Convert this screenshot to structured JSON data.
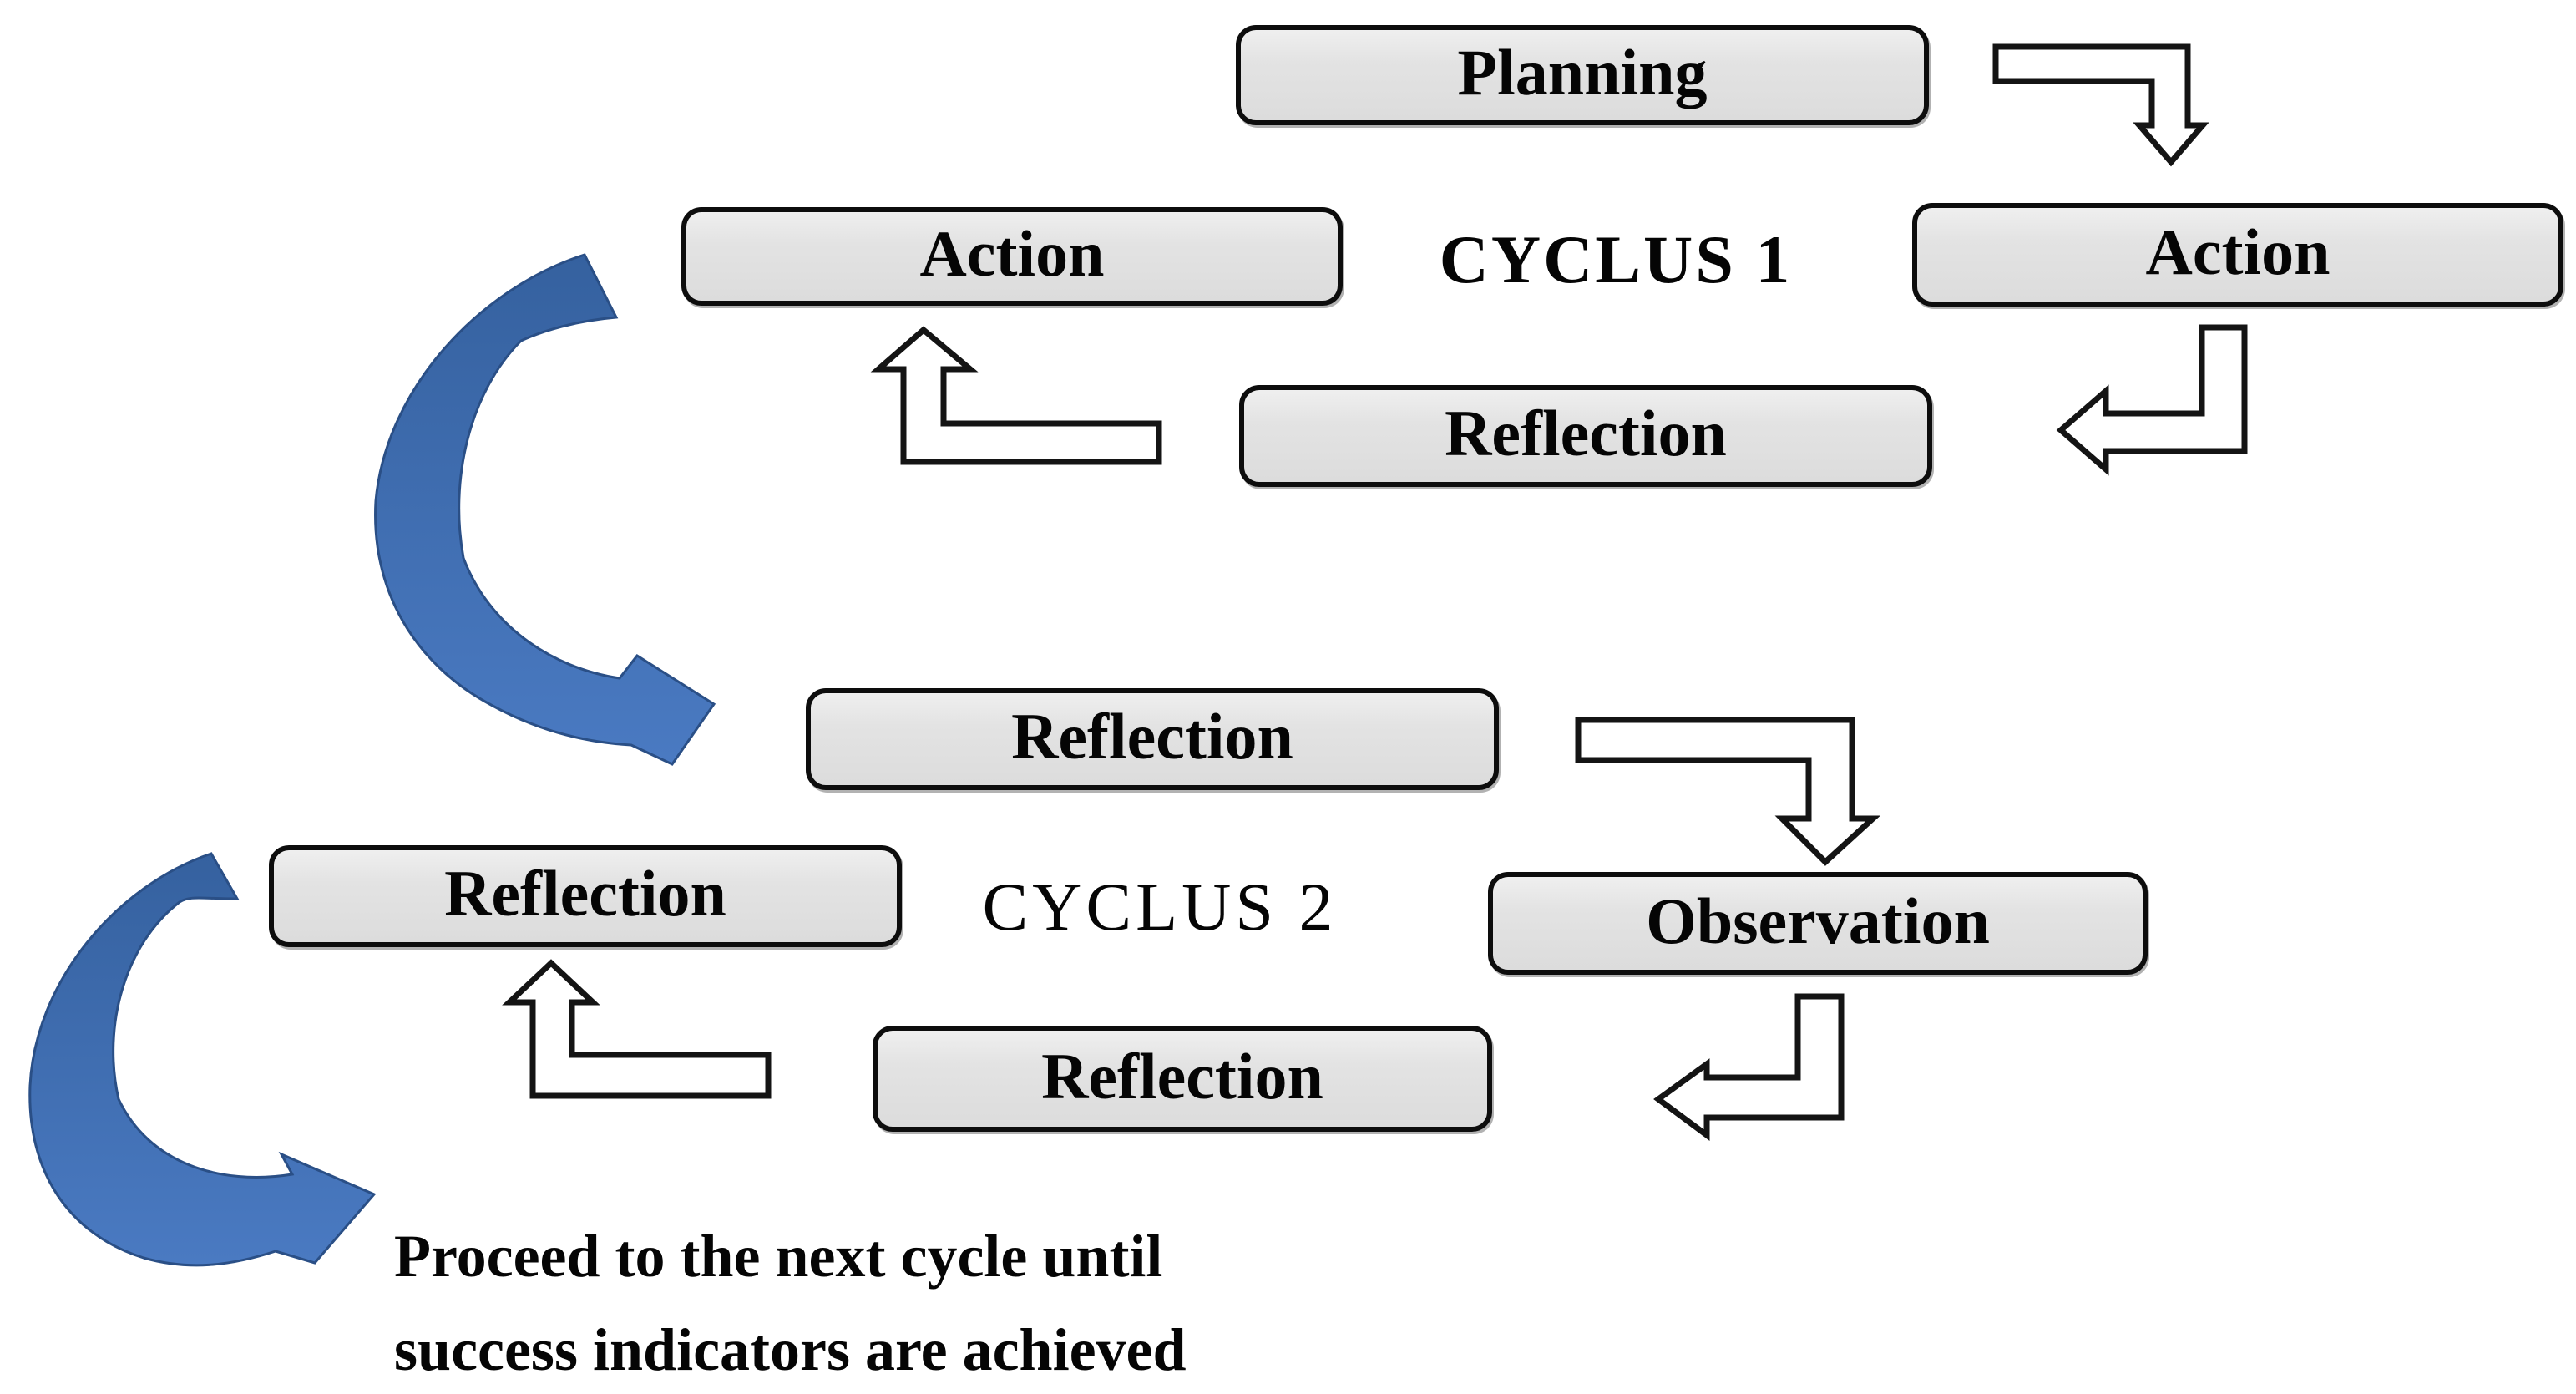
{
  "figure": {
    "cycle1": {
      "title": "CYCLUS 1",
      "boxes": {
        "planning": "Planning",
        "action_left": "Action",
        "action_right": "Action",
        "reflection": "Reflection"
      }
    },
    "cycle2": {
      "title": "CYCLUS 2",
      "boxes": {
        "reflection_top": "Reflection",
        "reflection_left": "Reflection",
        "observation": "Observation",
        "reflection_bottom": "Reflection"
      }
    },
    "footer": {
      "line1": "Proceed to the next cycle until",
      "line2": "success indicators are achieved"
    },
    "colors": {
      "box_fill": "#e3e3e3",
      "box_border": "#0d0d0d",
      "elbow_arrow_fill": "#ffffff",
      "elbow_arrow_stroke": "#141414",
      "curved_arrow_top": "#35619f",
      "curved_arrow_bottom": "#4a7ac2",
      "text": "#050505",
      "background": "#ffffff"
    }
  }
}
